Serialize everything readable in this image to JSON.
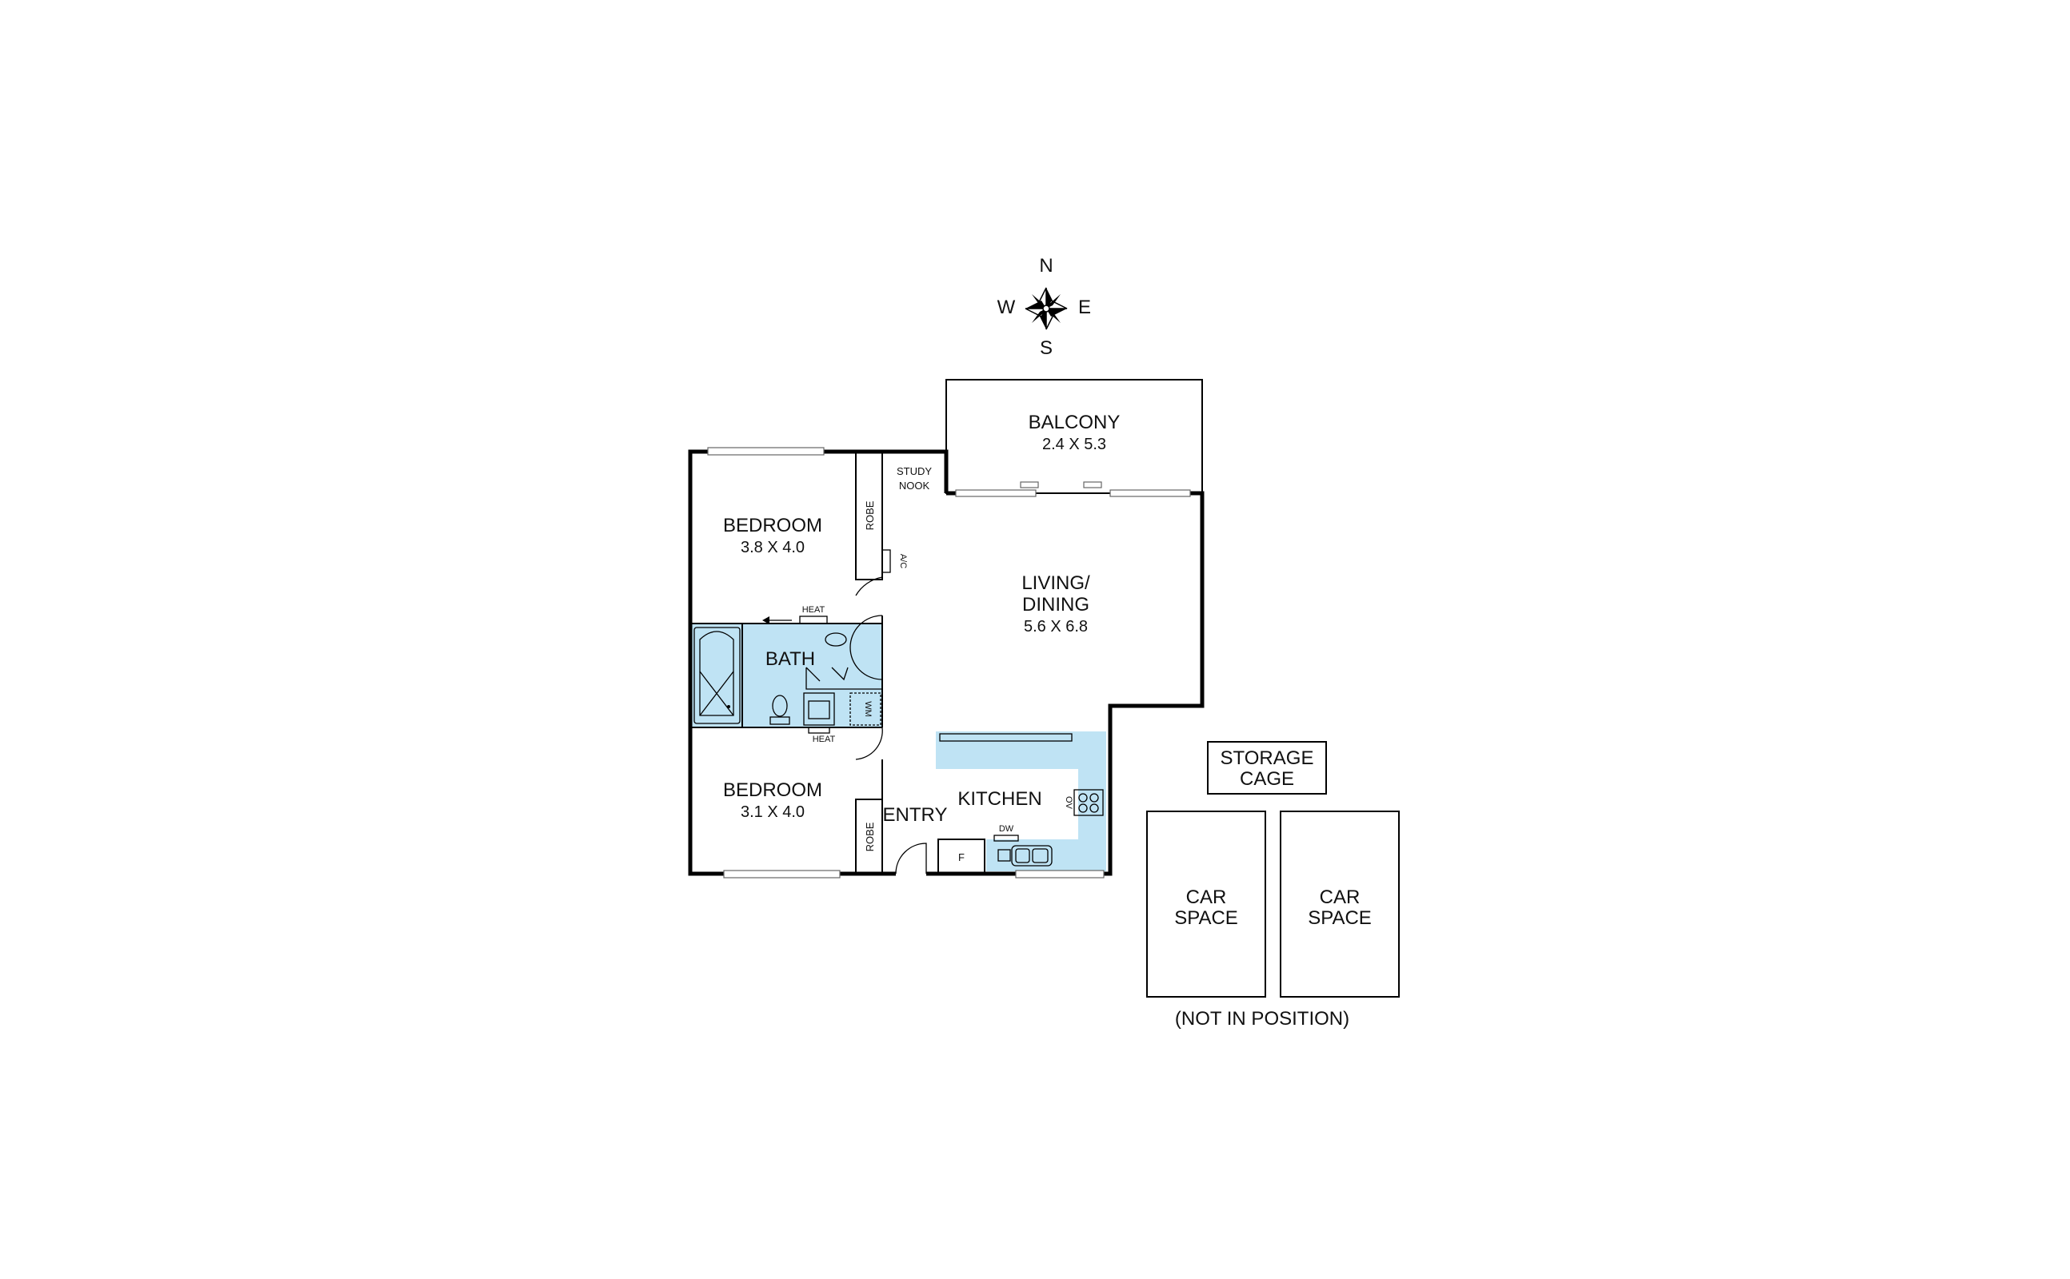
{
  "compass": {
    "n": "N",
    "e": "E",
    "s": "S",
    "w": "W"
  },
  "rooms": {
    "balcony": {
      "name": "BALCONY",
      "dim": "2.4 X 5.3"
    },
    "bedroom1": {
      "name": "BEDROOM",
      "dim": "3.8 X 4.0"
    },
    "bedroom2": {
      "name": "BEDROOM",
      "dim": "3.1 X 4.0"
    },
    "living": {
      "line1": "LIVING/",
      "line2": "DINING",
      "dim": "5.6 X 6.8"
    },
    "study": {
      "line1": "STUDY",
      "line2": "NOOK"
    },
    "bath": {
      "name": "BATH"
    },
    "kitchen": {
      "name": "KITCHEN"
    },
    "entry": {
      "name": "ENTRY"
    }
  },
  "fixtures": {
    "robe1": "ROBE",
    "robe2": "ROBE",
    "ac": "A/C",
    "heat1": "HEAT",
    "heat2": "HEAT",
    "wm": "WM",
    "dw": "DW",
    "ov": "OV",
    "fridge": "F"
  },
  "outbuildings": {
    "storage": {
      "line1": "STORAGE",
      "line2": "CAGE"
    },
    "car1": {
      "line1": "CAR",
      "line2": "SPACE"
    },
    "car2": {
      "line1": "CAR",
      "line2": "SPACE"
    },
    "note": "(NOT IN POSITION)"
  },
  "colors": {
    "wet_area": "#bfe3f4",
    "wall": "#000000",
    "background": "#ffffff"
  }
}
